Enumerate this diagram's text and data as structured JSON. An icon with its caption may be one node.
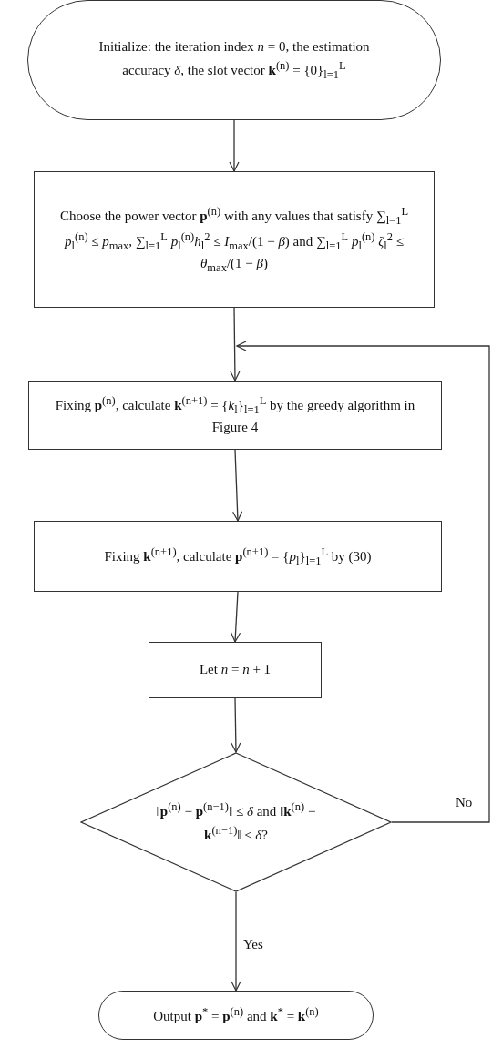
{
  "diagram": {
    "nodes": [
      {
        "text": [
          "Initialize: the iteration index *n* = 0, the estimation accuracy *δ*, the slot vector **k**$^{(n)}$ = {0}$_{l=1}$$^{L}$"
        ]
      },
      {
        "text": [
          "Choose the power vector **p**$^{(n)}$ with any values that satisfy ∑$_{l=1}$$^{L}$ *p*$_{l}$$^{(n)}$ ≤ *p*$_{max}$, ∑$_{l=1}$$^{L}$ *p*$_{l}$$^{(n)}$*h*$_{l}$$^{2}$ ≤ *I*$_{max}$/(1 − *β*) and ∑$_{l=1}$$^{L}$ *p*$_{l}$$^{(n)}$ *ζ*$_{l}$$^{2}$ ≤ *θ*$_{max}$/(1 − *β*)"
        ]
      },
      {
        "text": [
          "Fixing **p**$^{(n)}$, calculate **k**$^{(n+1)}$ = {*k*$_{l}$}$_{l=1}$$^{L}$ by the greedy algorithm in Figure 4"
        ]
      },
      {
        "text": [
          "Fixing **k**$^{(n+1)}$, calculate **p**$^{(n+1)}$ = {*p*$_{l}$}$_{l=1}$$^{L}$ by (30)"
        ]
      },
      {
        "text": [
          "Let *n* = *n* + 1"
        ]
      },
      {
        "text": [
          "‖**p**$^{(n)}$ − **p**$^{(n−1)}$‖ ≤ *δ* and ‖**k**$^{(n)}$ − **k**$^{(n−1)}$‖ ≤ *δ*?"
        ]
      },
      {
        "text": [
          "Output **p**$^{*}$ = **p**$^{(n)}$ and **k**$^{*}$ = **k**$^{(n)}$"
        ]
      }
    ],
    "edges": [
      {
        "from": 0,
        "to": 1,
        "arrow": "to"
      },
      {
        "from": 1,
        "to": 2,
        "arrow": "to"
      },
      {
        "from": 2,
        "to": 3,
        "arrow": "to"
      },
      {
        "from": 3,
        "to": 4,
        "arrow": "to"
      },
      {
        "from": 4,
        "to": 5,
        "arrow": "to"
      },
      {
        "from": 5,
        "to": 6,
        "arrow": "to",
        "label": "Yes"
      },
      {
        "from": 5,
        "to": 2,
        "arrow": "to",
        "label": "No"
      }
    ]
  }
}
